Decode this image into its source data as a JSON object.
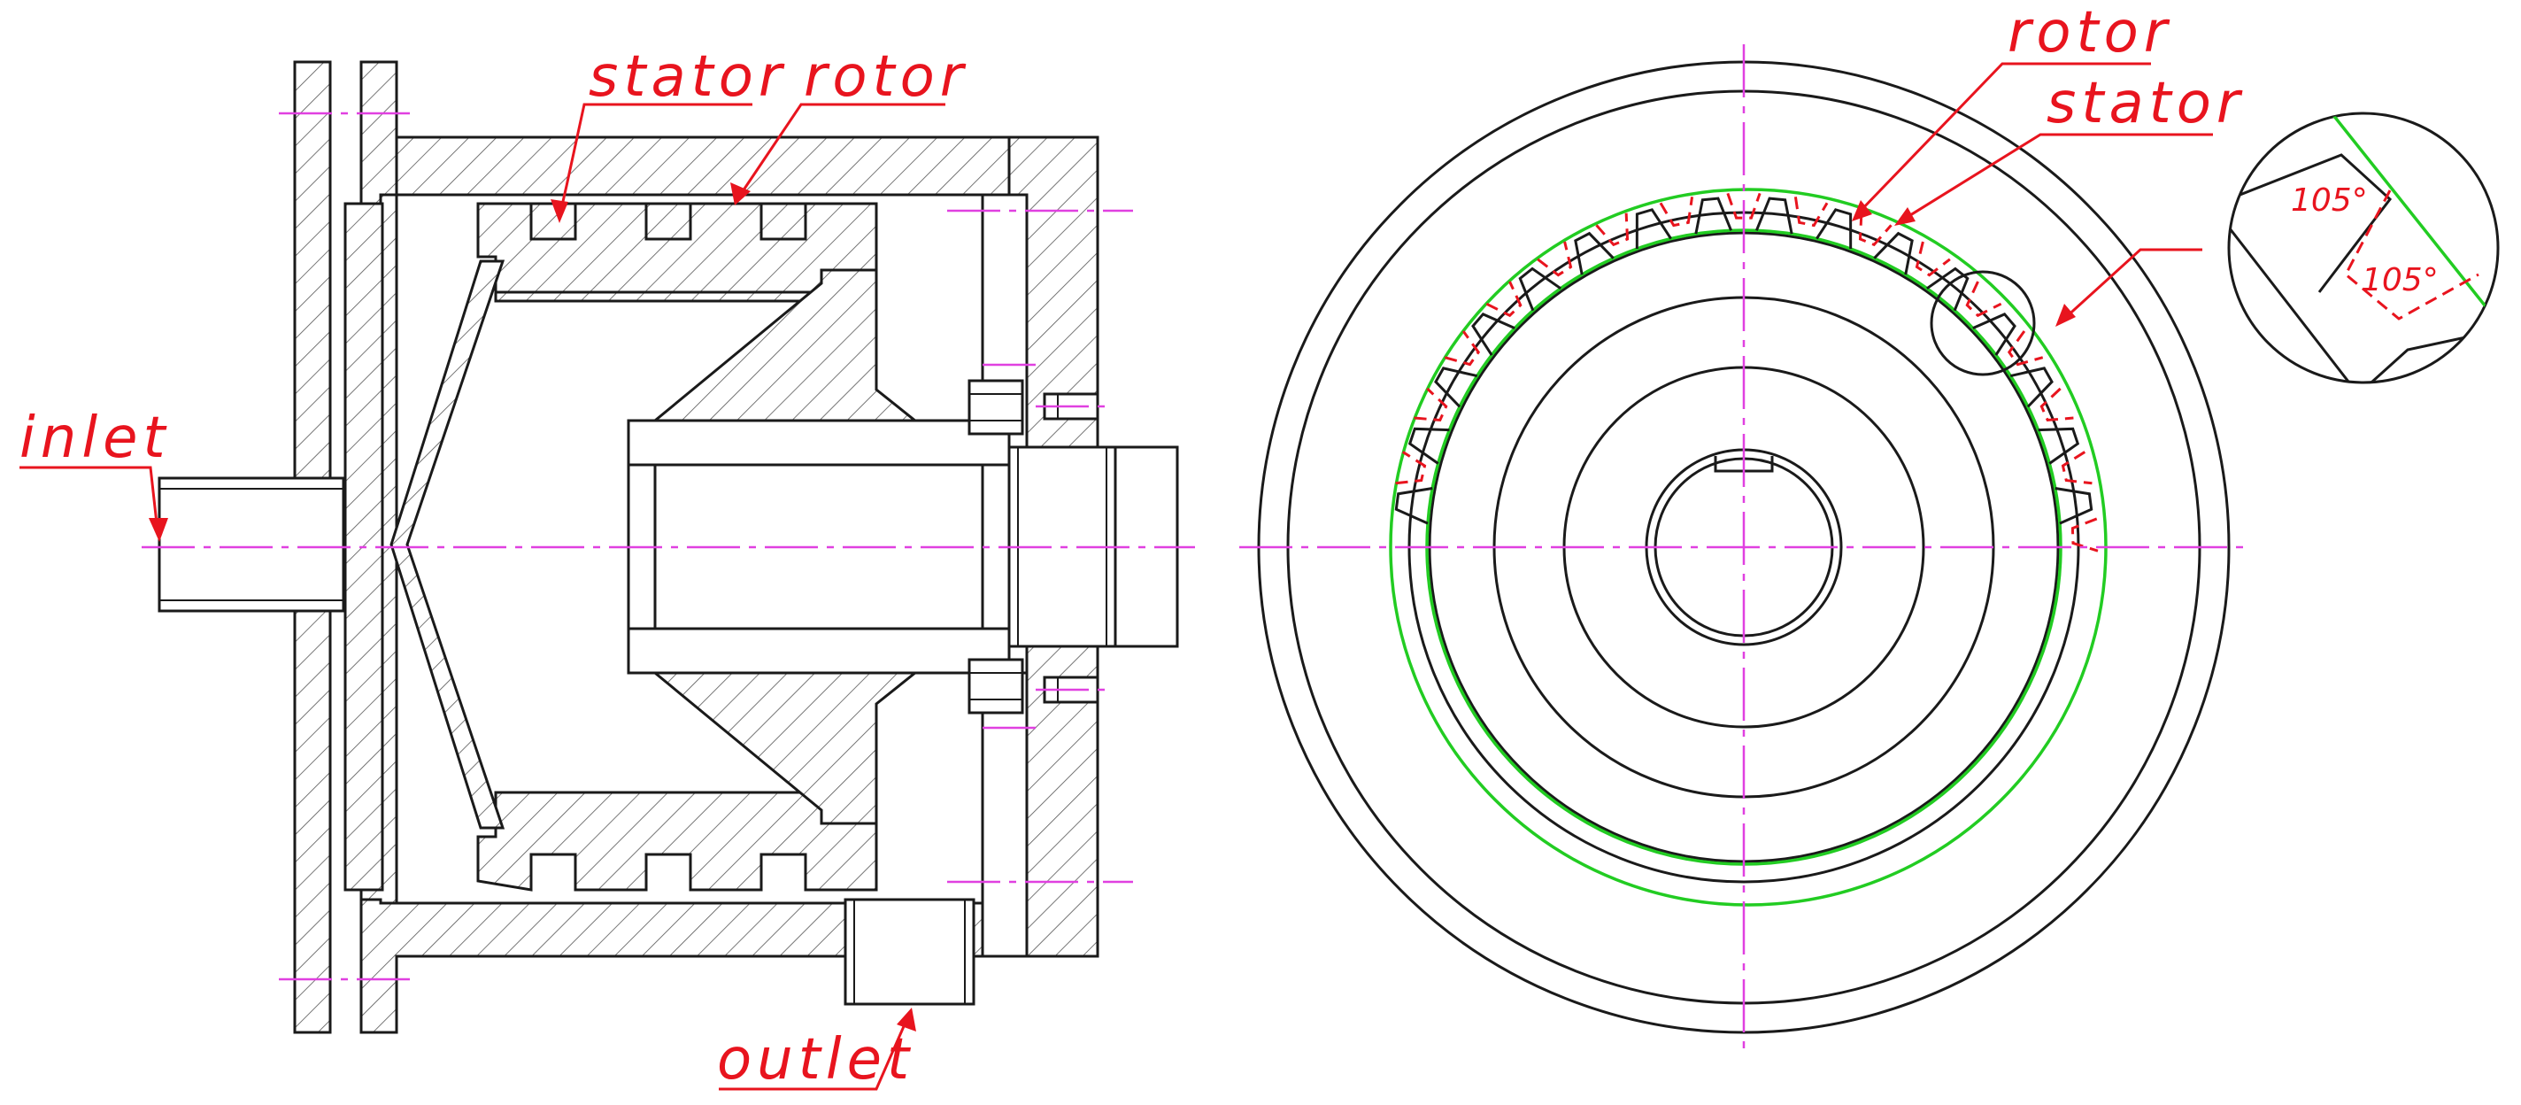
{
  "labels": {
    "stator_left": "stator",
    "rotor_left": "rotor",
    "inlet": "inlet",
    "outlet": "outlet",
    "rotor_right": "rotor",
    "stator_right": "stator",
    "angle_a": "105°",
    "angle_b": "105°"
  },
  "colors": {
    "outline": "#1a1a1a",
    "annotation": "#e8141e",
    "centerline": "#e040e0",
    "highlight_circle": "#22cc22"
  },
  "front_view": {
    "rotor_teeth_count": 16,
    "stator_teeth_count": 16
  }
}
